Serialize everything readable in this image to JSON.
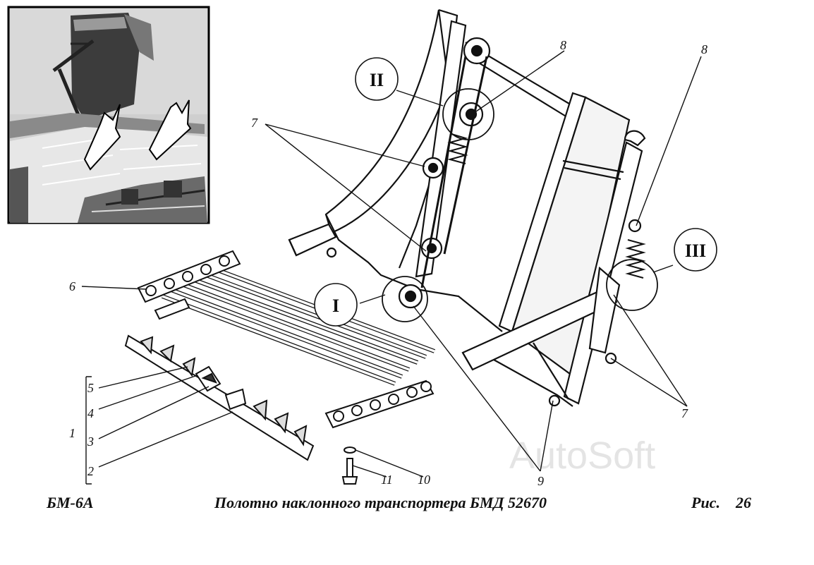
{
  "caption": {
    "model": "БМ-6А",
    "title": "Полотно наклонного транспортера  БМД 52670",
    "fig_word": "Рис.",
    "fig_number": "26"
  },
  "watermark": "AutoSoft",
  "callouts": {
    "I": "I",
    "II": "II",
    "III": "III",
    "n1": "1",
    "n2": "2",
    "n3": "3",
    "n4": "4",
    "n5": "5",
    "n6": "6",
    "n7a": "7",
    "n7b": "7",
    "n8a": "8",
    "n8b": "8",
    "n9": "9",
    "n10": "10",
    "n11": "11"
  }
}
